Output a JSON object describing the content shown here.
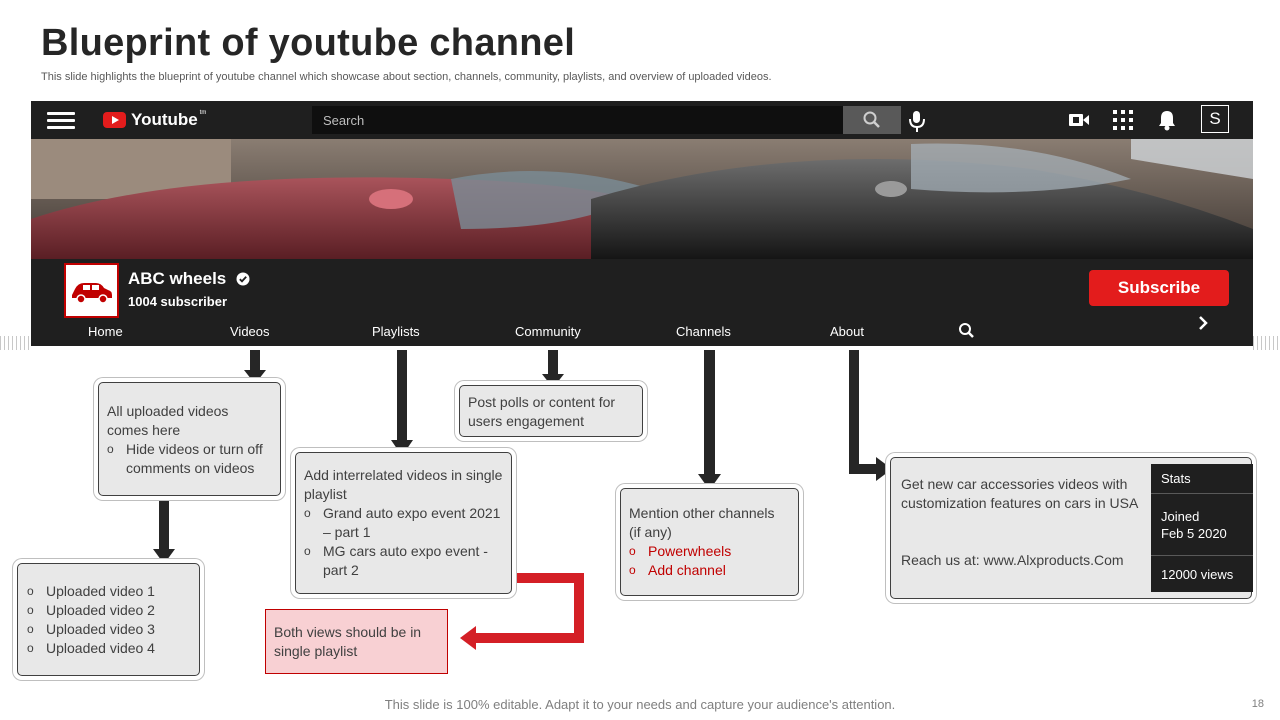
{
  "slide": {
    "title": "Blueprint of youtube channel",
    "subtitle": "This slide highlights the blueprint of youtube channel which showcase about section, channels, community, playlists, and overview of uploaded videos.",
    "footer": "This slide is 100% editable. Adapt it to your needs and capture your audience's attention.",
    "page_number": "18"
  },
  "youtube": {
    "brand": "Youtube",
    "trademark": "tm",
    "search_placeholder": "Search",
    "profile_initial": "S",
    "channel_name": "ABC wheels",
    "subscribers": "1004 subscriber",
    "subscribe_label": "Subscribe",
    "tabs": [
      "Home",
      "Videos",
      "Playlists",
      "Community",
      "Channels",
      "About"
    ]
  },
  "notes": {
    "videos": {
      "text": "All uploaded videos comes here",
      "bullets": [
        "Hide videos or turn off comments on videos"
      ]
    },
    "uploaded": {
      "bullets": [
        "Uploaded video 1",
        "Uploaded video 2",
        "Uploaded video 3",
        "Uploaded video 4"
      ]
    },
    "playlists": {
      "text": "Add interrelated videos in single playlist",
      "bullets": [
        "Grand auto expo event 2021 – part 1",
        "MG cars auto expo event  - part 2"
      ]
    },
    "playlist_note": "Both views should be in single playlist",
    "community": "Post polls or content for users engagement",
    "channels": {
      "text": "Mention other channels (if any)",
      "bullets": [
        "Powerwheels",
        "Add channel"
      ]
    },
    "about": {
      "description": "Get new car accessories videos with customization features on cars in USA",
      "reach": "Reach us at:  www.Alxproducts.Com",
      "stats_title": "Stats",
      "joined": "Joined",
      "joined_date": "Feb 5 2020",
      "views": "12000  views"
    }
  },
  "colors": {
    "accent": "#e31c1c",
    "dark": "#1f1f1f",
    "note_bg": "#e8e8e8",
    "highlight_bg": "#f8d0d3",
    "highlight_border": "#c00000"
  }
}
